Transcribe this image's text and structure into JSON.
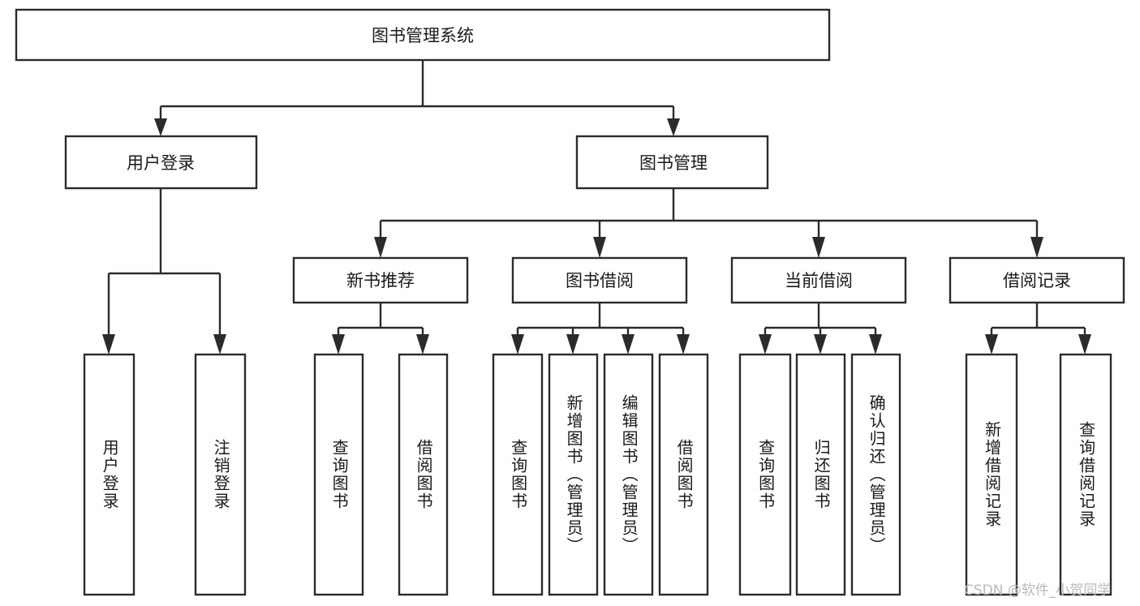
{
  "diagram": {
    "title_node": {
      "id": "root",
      "label": "图书管理系统"
    },
    "level1": [
      {
        "id": "user-login",
        "label": "用户登录"
      },
      {
        "id": "book-manage",
        "label": "图书管理"
      }
    ],
    "level2": [
      {
        "id": "new-book-recommend",
        "label": "新书推荐",
        "parent": "book-manage"
      },
      {
        "id": "book-borrow",
        "label": "图书借阅",
        "parent": "book-manage"
      },
      {
        "id": "current-borrow",
        "label": "当前借阅",
        "parent": "book-manage"
      },
      {
        "id": "borrow-record",
        "label": "借阅记录",
        "parent": "book-manage"
      }
    ],
    "leaves": [
      {
        "id": "leaf-user-login",
        "label": "用户登录",
        "parent": "user-login"
      },
      {
        "id": "leaf-logout",
        "label": "注销登录",
        "parent": "user-login"
      },
      {
        "id": "leaf-query-book-1",
        "label": "查询图书",
        "parent": "new-book-recommend"
      },
      {
        "id": "leaf-borrow-book-1",
        "label": "借阅图书",
        "parent": "new-book-recommend"
      },
      {
        "id": "leaf-query-book-2",
        "label": "查询图书",
        "parent": "book-borrow"
      },
      {
        "id": "leaf-add-book",
        "label": "新增图书（管理员）",
        "parent": "book-borrow"
      },
      {
        "id": "leaf-edit-book",
        "label": "编辑图书（管理员）",
        "parent": "book-borrow"
      },
      {
        "id": "leaf-borrow-book-2",
        "label": "借阅图书",
        "parent": "book-borrow"
      },
      {
        "id": "leaf-query-book-3",
        "label": "查询图书",
        "parent": "current-borrow"
      },
      {
        "id": "leaf-return-book",
        "label": "归还图书",
        "parent": "current-borrow"
      },
      {
        "id": "leaf-confirm-return",
        "label": "确认归还（管理员）",
        "parent": "current-borrow"
      },
      {
        "id": "leaf-add-record",
        "label": "新增借阅记录",
        "parent": "borrow-record"
      },
      {
        "id": "leaf-query-record",
        "label": "查询借阅记录",
        "parent": "borrow-record"
      }
    ],
    "watermark": "CSDN @软件_小贺同学",
    "colors": {
      "stroke": "#2b2b2b",
      "fill": "#ffffff",
      "text": "#1a1a1a",
      "watermark": "#b9b9b9"
    }
  }
}
